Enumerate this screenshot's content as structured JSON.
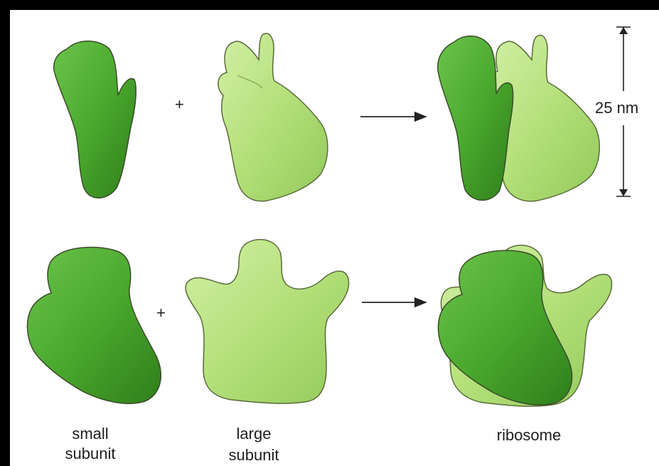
{
  "scale_label": "25 nm",
  "operators": {
    "plus": "+"
  },
  "labels": {
    "small_line1": "small",
    "small_line2": "subunit",
    "large_line1": "large",
    "large_line2": "subunit",
    "ribosome": "ribosome"
  },
  "colors": {
    "dark_green": "#4aa82e",
    "dark_green_shade": "#2f7f1a",
    "light_green": "#b4e07a",
    "light_green_shade": "#8cc552",
    "outline": "#3b4a2a",
    "frame": "#000000"
  }
}
